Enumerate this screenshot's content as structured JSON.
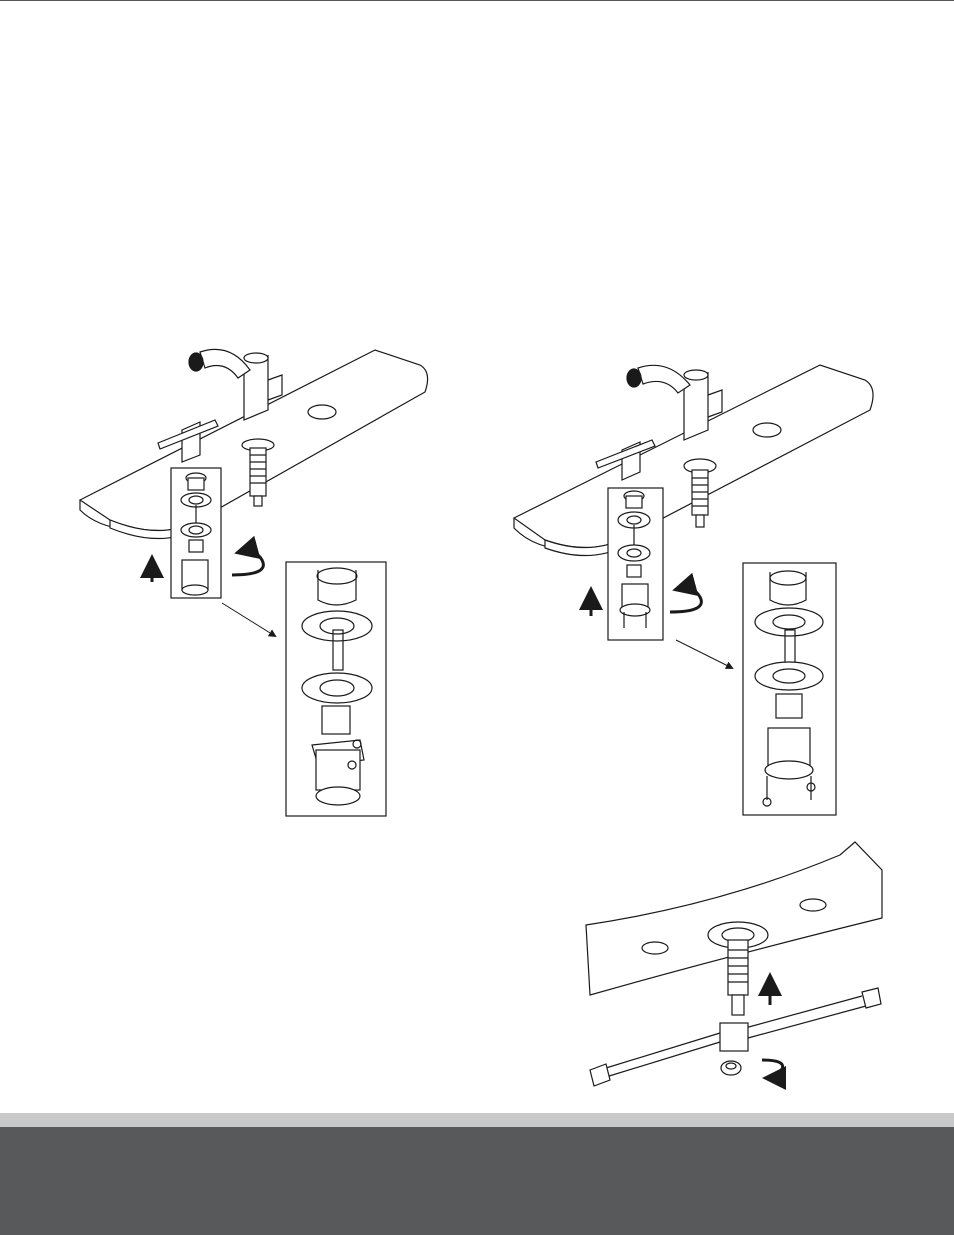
{
  "page": {
    "title": "",
    "footer_text": ""
  },
  "figures": [
    {
      "name": "handle-removal-step-a",
      "arrows": [
        "up-arrow",
        "rotate-counterclockwise-arrow"
      ]
    },
    {
      "name": "handle-removal-step-b",
      "arrows": [
        "up-arrow",
        "rotate-counterclockwise-arrow"
      ]
    },
    {
      "name": "valve-mounting-step",
      "arrows": [
        "up-arrow",
        "rotate-clockwise-arrow"
      ]
    }
  ],
  "colors": {
    "line": "#1a1a1a",
    "footer_light": "#c9c9c9",
    "footer_dark": "#58595b"
  }
}
